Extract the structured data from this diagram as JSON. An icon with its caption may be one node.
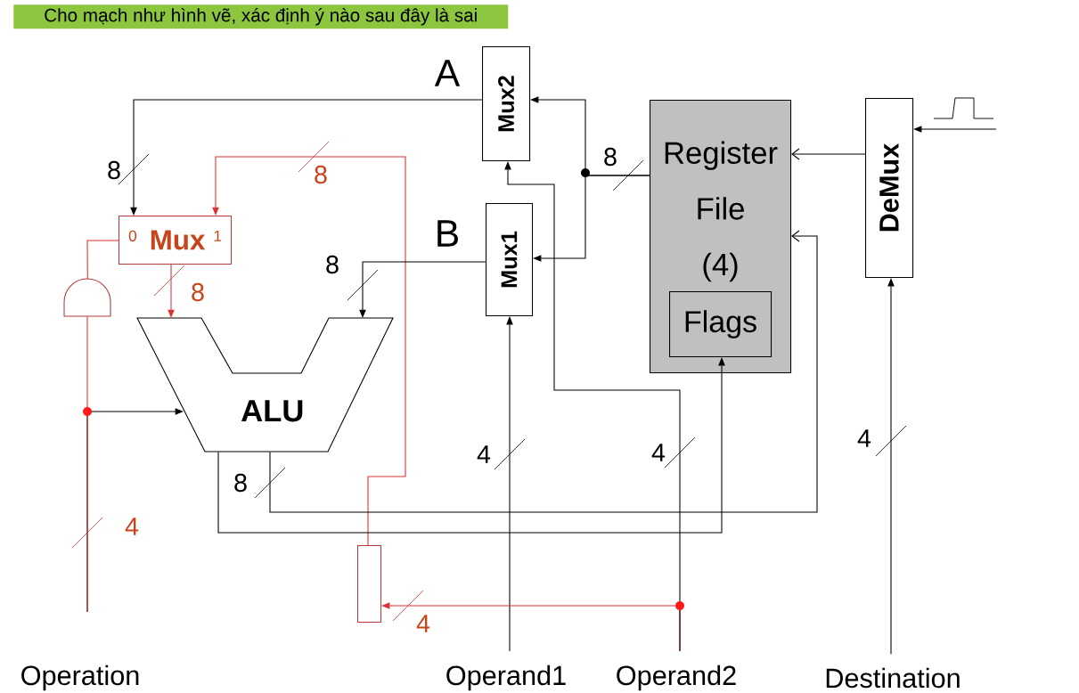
{
  "diagram": {
    "title": "Cho mạch như hình vẽ, xác định ý nào sau đây là sai",
    "nodes": [
      {
        "text": [
          "Mux2"
        ]
      },
      {
        "text": [
          "Register File (4)"
        ]
      },
      {
        "text": [
          "Flags"
        ],
        "in": 1
      },
      {
        "text": [
          "DeMux"
        ]
      },
      {
        "text": [
          "0",
          "Mux",
          "1"
        ]
      },
      {
        "text": [
          "Mux1"
        ]
      },
      {
        "text": [
          "ALU"
        ]
      },
      {
        "text": [],
        "shape": "gate"
      },
      {
        "text": [],
        "shape": "box"
      },
      {
        "text": [
          "Operation"
        ]
      },
      {
        "text": [
          "Operand1"
        ]
      },
      {
        "text": [
          "Operand2"
        ]
      },
      {
        "text": [
          "Destination"
        ]
      }
    ],
    "edges": [
      {
        "from": 0,
        "to": 4,
        "arrow": "to",
        "label": "8"
      },
      {
        "from": 8,
        "to": 4,
        "arrow": "to",
        "label": "8",
        "color": "#e03030"
      },
      {
        "from": 4,
        "to": 6,
        "arrow": "to",
        "label": "8",
        "color": "#e03030"
      },
      {
        "from": 5,
        "to": 6,
        "arrow": "to",
        "label": "8"
      },
      {
        "from": 1,
        "to": 0,
        "arrow": "to",
        "label": "8"
      },
      {
        "from": 1,
        "to": 5,
        "arrow": "to"
      },
      {
        "from": 7,
        "to": 4,
        "arrow": "none",
        "color": "#e03030"
      },
      {
        "from": 9,
        "to": 6,
        "arrow": "to"
      },
      {
        "from": 9,
        "to": 7,
        "arrow": "none",
        "label": "4",
        "color": "#e03030"
      },
      {
        "from": 6,
        "to": 2,
        "arrow": "to"
      },
      {
        "from": 6,
        "to": 1,
        "arrow": "to",
        "label": "8"
      },
      {
        "from": 10,
        "to": 5,
        "arrow": "to",
        "label": "4"
      },
      {
        "from": 11,
        "to": 8,
        "arrow": "to",
        "label": "4",
        "color": "#e03030"
      },
      {
        "from": 11,
        "to": 0,
        "arrow": "to",
        "label": "4"
      },
      {
        "from": 12,
        "to": 3,
        "arrow": "to",
        "label": "4"
      },
      {
        "from": 3,
        "to": 1,
        "arrow": "to"
      },
      {
        "from": null,
        "to": 3,
        "arrow": "to"
      }
    ],
    "labels": [
      "A",
      "B"
    ]
  }
}
